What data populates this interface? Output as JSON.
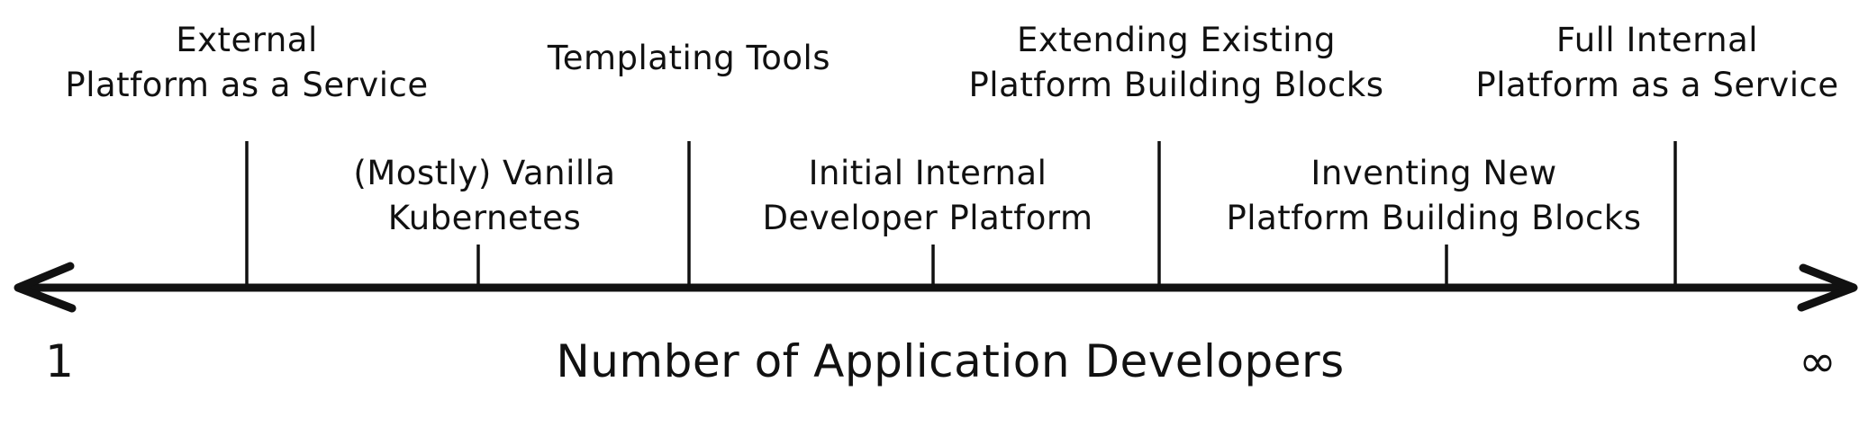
{
  "axis": {
    "title": "Number of Application Developers",
    "start_label": "1",
    "end_label": "∞"
  },
  "stages_top": [
    {
      "line1": "External",
      "line2": "Platform as a Service"
    },
    {
      "line1": "Templating Tools",
      "line2": ""
    },
    {
      "line1": "Extending Existing",
      "line2": "Platform Building Blocks"
    },
    {
      "line1": "Full Internal",
      "line2": "Platform as a Service"
    }
  ],
  "stages_bottom": [
    {
      "line1": "(Mostly) Vanilla",
      "line2": "Kubernetes"
    },
    {
      "line1": "Initial Internal",
      "line2": "Developer Platform"
    },
    {
      "line1": "Inventing New",
      "line2": "Platform Building Blocks"
    }
  ],
  "style": {
    "stroke_color": "#111111"
  }
}
